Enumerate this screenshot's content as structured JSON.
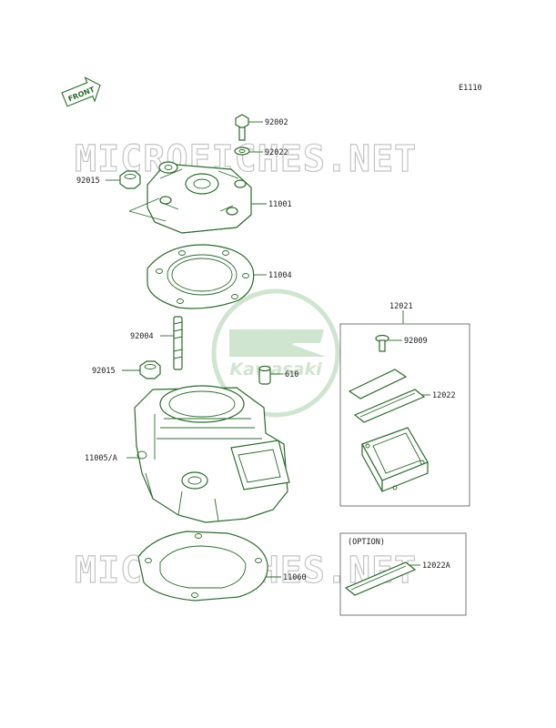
{
  "page": {
    "code": "E1110",
    "front_label": "FRONT"
  },
  "watermark": {
    "text": "MICROFICHES.NET",
    "brand": "Kawasaki"
  },
  "colors": {
    "line": "#2c6b2c",
    "label": "#1a1a1a",
    "watermark": "#c4c4c4",
    "brand_green": "#cfe5cf"
  },
  "parts": [
    {
      "id": "92002",
      "label": "92002"
    },
    {
      "id": "92022",
      "label": "92022"
    },
    {
      "id": "92015_top",
      "label": "92015"
    },
    {
      "id": "11001",
      "label": "11001"
    },
    {
      "id": "11004",
      "label": "11004"
    },
    {
      "id": "12021",
      "label": "12021"
    },
    {
      "id": "92004",
      "label": "92004"
    },
    {
      "id": "92009",
      "label": "92009"
    },
    {
      "id": "92015_mid",
      "label": "92015"
    },
    {
      "id": "610",
      "label": "610"
    },
    {
      "id": "12022",
      "label": "12022"
    },
    {
      "id": "11005A",
      "label": "11005/A"
    },
    {
      "id": "11060",
      "label": "11060"
    },
    {
      "id": "12022A",
      "label": "12022A"
    }
  ],
  "option_box": {
    "title": "(OPTION)"
  }
}
